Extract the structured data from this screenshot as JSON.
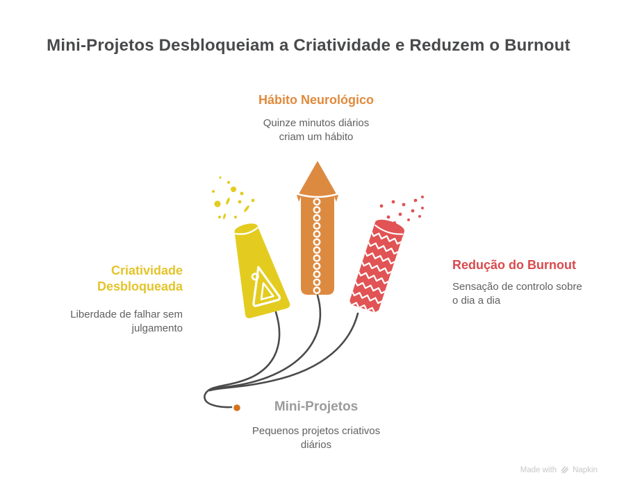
{
  "title": "Mini-Projetos Desbloqueiam a Criatividade e Reduzem o Burnout",
  "nodes": {
    "habit": {
      "heading": "Hábito Neurológico",
      "body": "Quinze minutos diários criam um hábito",
      "accent_color": "#E08A3C"
    },
    "creativity": {
      "heading": "Criatividade Desbloqueada",
      "body": "Liberdade de falhar sem julgamento",
      "accent_color": "#E4C42B"
    },
    "burnout": {
      "heading": "Redução do Burnout",
      "body": "Sensação de controlo sobre o dia a dia",
      "accent_color": "#D94A4D"
    },
    "projects": {
      "heading": "Mini-Projetos",
      "body": "Pequenos projetos criativos diários",
      "accent_color": "#9B9B9B"
    }
  },
  "footer": {
    "made_with": "Made with",
    "brand": "Napkin"
  },
  "colors": {
    "background": "#FFFFFF",
    "title_text": "#48494B",
    "body_text": "#5E5F61",
    "firecracker_yellow": "#E3CC1F",
    "rocket_orange": "#DD8A41",
    "firecracker_red": "#E15354",
    "fuse_line": "#4A4A4A",
    "fuse_dot": "#D4731F"
  },
  "icons": {
    "yellow": "yellow-firecracker-icon",
    "orange": "orange-rocket-icon",
    "red": "red-firecracker-icon",
    "logo": "napkin-logo-icon"
  }
}
